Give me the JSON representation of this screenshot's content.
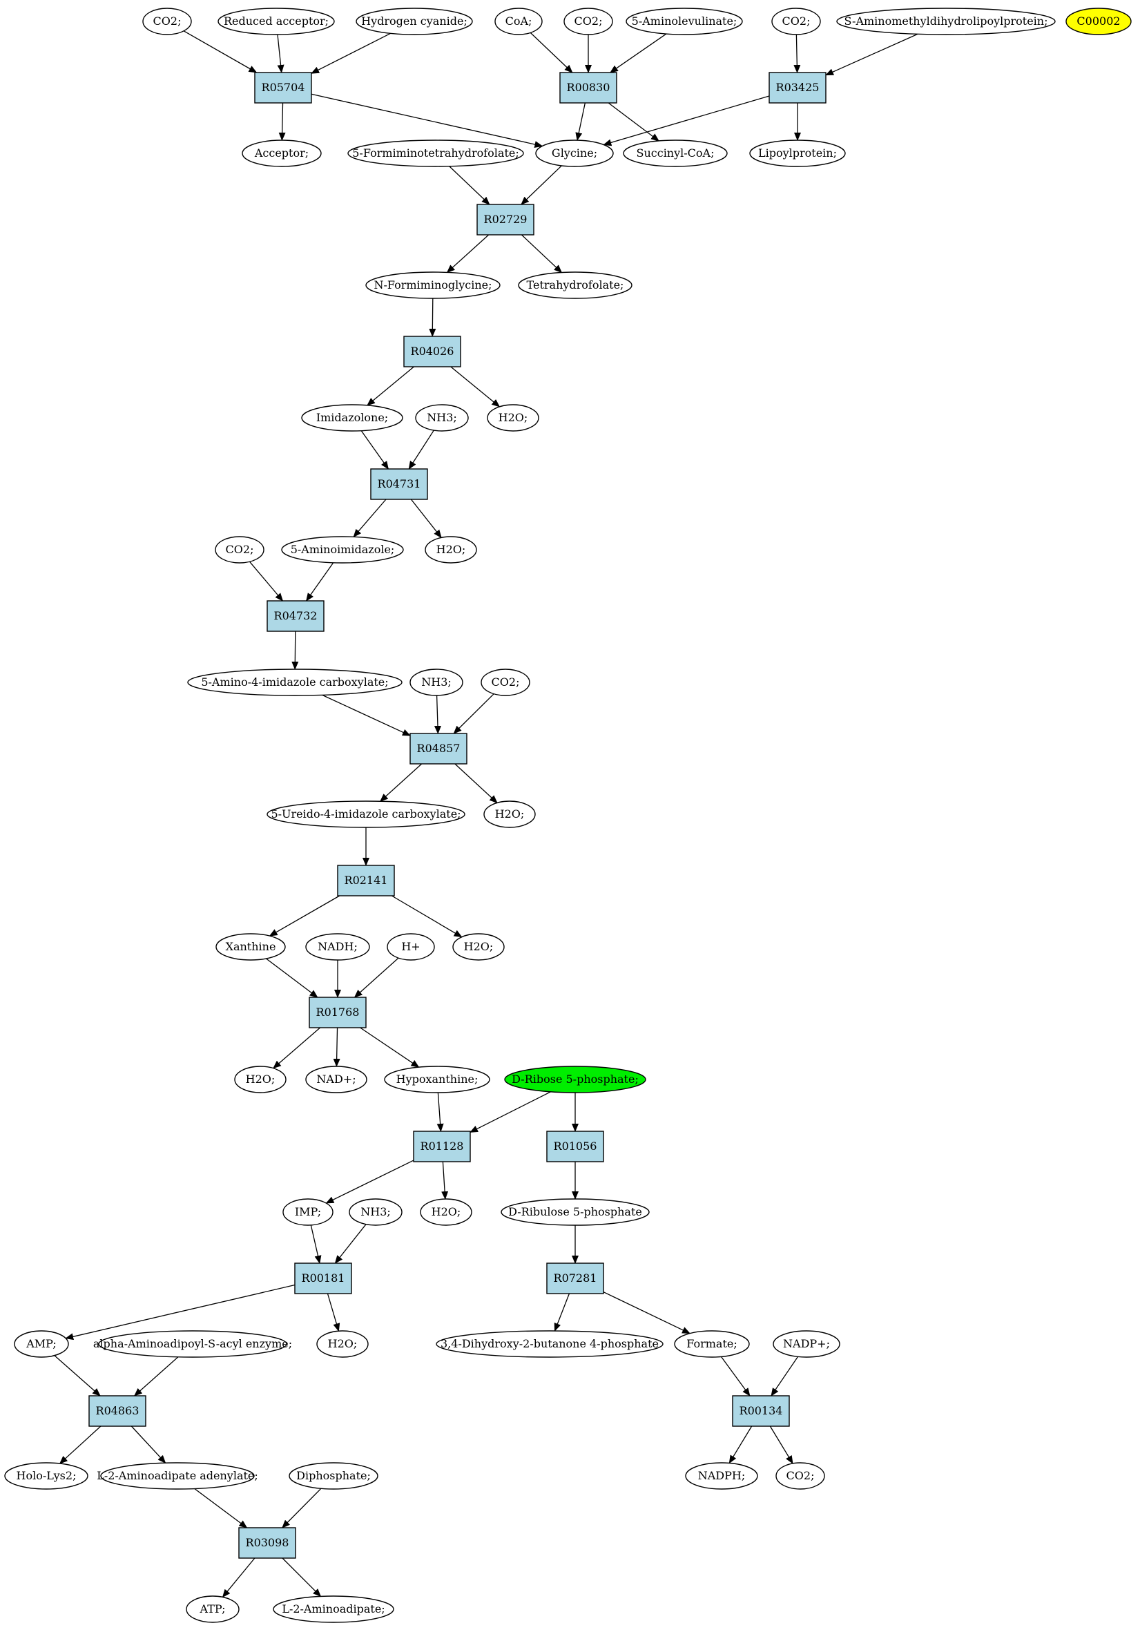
{
  "colors": {
    "reaction_fill": "#add8e6",
    "compound_fill": "#ffffff",
    "highlight_green": "#00ee00",
    "highlight_yellow": "#ffff00",
    "edge": "#000000"
  },
  "nodes": [
    {
      "id": "c_co2_a",
      "label": "CO2;",
      "kind": "compound"
    },
    {
      "id": "c_redacc",
      "label": "Reduced acceptor;",
      "kind": "compound"
    },
    {
      "id": "c_hcn",
      "label": "Hydrogen cyanide;",
      "kind": "compound"
    },
    {
      "id": "c_coa",
      "label": "CoA;",
      "kind": "compound"
    },
    {
      "id": "c_co2_b",
      "label": "CO2;",
      "kind": "compound"
    },
    {
      "id": "c_5ala",
      "label": "5-Aminolevulinate;",
      "kind": "compound"
    },
    {
      "id": "c_co2_c",
      "label": "CO2;",
      "kind": "compound"
    },
    {
      "id": "c_samlp",
      "label": "S-Aminomethyldihydrolipoylprotein;",
      "kind": "compound"
    },
    {
      "id": "c_c00002",
      "label": "C00002",
      "kind": "compound",
      "highlight": "yellow"
    },
    {
      "id": "r_R05704",
      "label": "R05704",
      "kind": "reaction"
    },
    {
      "id": "r_R00830",
      "label": "R00830",
      "kind": "reaction"
    },
    {
      "id": "r_R03425",
      "label": "R03425",
      "kind": "reaction"
    },
    {
      "id": "c_acceptor",
      "label": "Acceptor;",
      "kind": "compound"
    },
    {
      "id": "c_5fthf",
      "label": "5-Formiminotetrahydrofolate;",
      "kind": "compound"
    },
    {
      "id": "c_glycine",
      "label": "Glycine;",
      "kind": "compound"
    },
    {
      "id": "c_succoa",
      "label": "Succinyl-CoA;",
      "kind": "compound"
    },
    {
      "id": "c_lipoyl",
      "label": "Lipoylprotein;",
      "kind": "compound"
    },
    {
      "id": "r_R02729",
      "label": "R02729",
      "kind": "reaction"
    },
    {
      "id": "c_nfg",
      "label": "N-Formiminoglycine;",
      "kind": "compound"
    },
    {
      "id": "c_thf",
      "label": "Tetrahydrofolate;",
      "kind": "compound"
    },
    {
      "id": "r_R04026",
      "label": "R04026",
      "kind": "reaction"
    },
    {
      "id": "c_imidazolone",
      "label": "Imidazolone;",
      "kind": "compound"
    },
    {
      "id": "c_nh3_a",
      "label": "NH3;",
      "kind": "compound"
    },
    {
      "id": "c_h2o_a",
      "label": "H2O;",
      "kind": "compound"
    },
    {
      "id": "r_R04731",
      "label": "R04731",
      "kind": "reaction"
    },
    {
      "id": "c_co2_d",
      "label": "CO2;",
      "kind": "compound"
    },
    {
      "id": "c_5aimid",
      "label": "5-Aminoimidazole;",
      "kind": "compound"
    },
    {
      "id": "c_h2o_b",
      "label": "H2O;",
      "kind": "compound"
    },
    {
      "id": "r_R04732",
      "label": "R04732",
      "kind": "reaction"
    },
    {
      "id": "c_5a4ic",
      "label": "5-Amino-4-imidazole carboxylate;",
      "kind": "compound"
    },
    {
      "id": "c_nh3_b",
      "label": "NH3;",
      "kind": "compound"
    },
    {
      "id": "c_co2_e",
      "label": "CO2;",
      "kind": "compound"
    },
    {
      "id": "r_R04857",
      "label": "R04857",
      "kind": "reaction"
    },
    {
      "id": "c_5u4ic",
      "label": "5-Ureido-4-imidazole carboxylate;",
      "kind": "compound"
    },
    {
      "id": "c_h2o_c",
      "label": "H2O;",
      "kind": "compound"
    },
    {
      "id": "r_R02141",
      "label": "R02141",
      "kind": "reaction"
    },
    {
      "id": "c_xanthine",
      "label": "Xanthine",
      "kind": "compound"
    },
    {
      "id": "c_nadh",
      "label": "NADH;",
      "kind": "compound"
    },
    {
      "id": "c_hplus",
      "label": "H+",
      "kind": "compound"
    },
    {
      "id": "c_h2o_d",
      "label": "H2O;",
      "kind": "compound"
    },
    {
      "id": "r_R01768",
      "label": "R01768",
      "kind": "reaction"
    },
    {
      "id": "c_h2o_e",
      "label": "H2O;",
      "kind": "compound"
    },
    {
      "id": "c_nadplus",
      "label": "NAD+;",
      "kind": "compound"
    },
    {
      "id": "c_hypox",
      "label": "Hypoxanthine;",
      "kind": "compound"
    },
    {
      "id": "c_dr5p",
      "label": "D-Ribose 5-phosphate;",
      "kind": "compound",
      "highlight": "green"
    },
    {
      "id": "r_R01128",
      "label": "R01128",
      "kind": "reaction"
    },
    {
      "id": "r_R01056",
      "label": "R01056",
      "kind": "reaction"
    },
    {
      "id": "c_imp",
      "label": "IMP;",
      "kind": "compound"
    },
    {
      "id": "c_nh3_c",
      "label": "NH3;",
      "kind": "compound"
    },
    {
      "id": "c_h2o_f",
      "label": "H2O;",
      "kind": "compound"
    },
    {
      "id": "c_dru5p",
      "label": "D-Ribulose 5-phosphate",
      "kind": "compound"
    },
    {
      "id": "r_R00181",
      "label": "R00181",
      "kind": "reaction"
    },
    {
      "id": "r_R07281",
      "label": "R07281",
      "kind": "reaction"
    },
    {
      "id": "c_amp",
      "label": "AMP;",
      "kind": "compound"
    },
    {
      "id": "c_aase",
      "label": "alpha-Aminoadipoyl-S-acyl enzyme;",
      "kind": "compound"
    },
    {
      "id": "c_h2o_g",
      "label": "H2O;",
      "kind": "compound"
    },
    {
      "id": "c_dhbp",
      "label": "3,4-Dihydroxy-2-butanone 4-phosphate",
      "kind": "compound"
    },
    {
      "id": "c_formate",
      "label": "Formate;",
      "kind": "compound"
    },
    {
      "id": "c_nadpplus",
      "label": "NADP+;",
      "kind": "compound"
    },
    {
      "id": "r_R04863",
      "label": "R04863",
      "kind": "reaction"
    },
    {
      "id": "r_R00134",
      "label": "R00134",
      "kind": "reaction"
    },
    {
      "id": "c_hololys2",
      "label": "Holo-Lys2;",
      "kind": "compound"
    },
    {
      "id": "c_l2aaa",
      "label": "L-2-Aminoadipate adenylate;",
      "kind": "compound"
    },
    {
      "id": "c_diphos",
      "label": "Diphosphate;",
      "kind": "compound"
    },
    {
      "id": "c_nadph",
      "label": "NADPH;",
      "kind": "compound"
    },
    {
      "id": "c_co2_f",
      "label": "CO2;",
      "kind": "compound"
    },
    {
      "id": "r_R03098",
      "label": "R03098",
      "kind": "reaction"
    },
    {
      "id": "c_atp",
      "label": "ATP;",
      "kind": "compound"
    },
    {
      "id": "c_l2aa",
      "label": "L-2-Aminoadipate;",
      "kind": "compound"
    }
  ],
  "edges": [
    [
      "c_co2_a",
      "r_R05704"
    ],
    [
      "c_redacc",
      "r_R05704"
    ],
    [
      "c_hcn",
      "r_R05704"
    ],
    [
      "r_R05704",
      "c_acceptor"
    ],
    [
      "r_R05704",
      "c_glycine"
    ],
    [
      "c_coa",
      "r_R00830"
    ],
    [
      "c_co2_b",
      "r_R00830"
    ],
    [
      "c_5ala",
      "r_R00830"
    ],
    [
      "r_R00830",
      "c_glycine"
    ],
    [
      "r_R00830",
      "c_succoa"
    ],
    [
      "c_co2_c",
      "r_R03425"
    ],
    [
      "c_samlp",
      "r_R03425"
    ],
    [
      "r_R03425",
      "c_glycine"
    ],
    [
      "r_R03425",
      "c_lipoyl"
    ],
    [
      "c_5fthf",
      "r_R02729"
    ],
    [
      "c_glycine",
      "r_R02729"
    ],
    [
      "r_R02729",
      "c_nfg"
    ],
    [
      "r_R02729",
      "c_thf"
    ],
    [
      "c_nfg",
      "r_R04026"
    ],
    [
      "r_R04026",
      "c_imidazolone"
    ],
    [
      "r_R04026",
      "c_h2o_a"
    ],
    [
      "c_imidazolone",
      "r_R04731"
    ],
    [
      "c_nh3_a",
      "r_R04731"
    ],
    [
      "r_R04731",
      "c_5aimid"
    ],
    [
      "r_R04731",
      "c_h2o_b"
    ],
    [
      "c_co2_d",
      "r_R04732"
    ],
    [
      "c_5aimid",
      "r_R04732"
    ],
    [
      "r_R04732",
      "c_5a4ic"
    ],
    [
      "c_5a4ic",
      "r_R04857"
    ],
    [
      "c_nh3_b",
      "r_R04857"
    ],
    [
      "c_co2_e",
      "r_R04857"
    ],
    [
      "r_R04857",
      "c_5u4ic"
    ],
    [
      "r_R04857",
      "c_h2o_c"
    ],
    [
      "c_5u4ic",
      "r_R02141"
    ],
    [
      "r_R02141",
      "c_xanthine"
    ],
    [
      "r_R02141",
      "c_h2o_d"
    ],
    [
      "c_xanthine",
      "r_R01768"
    ],
    [
      "c_nadh",
      "r_R01768"
    ],
    [
      "c_hplus",
      "r_R01768"
    ],
    [
      "r_R01768",
      "c_h2o_e"
    ],
    [
      "r_R01768",
      "c_nadplus"
    ],
    [
      "r_R01768",
      "c_hypox"
    ],
    [
      "c_hypox",
      "r_R01128"
    ],
    [
      "c_dr5p",
      "r_R01128"
    ],
    [
      "c_dr5p",
      "r_R01056"
    ],
    [
      "r_R01128",
      "c_imp"
    ],
    [
      "r_R01128",
      "c_h2o_f"
    ],
    [
      "r_R01056",
      "c_dru5p"
    ],
    [
      "c_imp",
      "r_R00181"
    ],
    [
      "c_nh3_c",
      "r_R00181"
    ],
    [
      "r_R00181",
      "c_amp"
    ],
    [
      "r_R00181",
      "c_h2o_g"
    ],
    [
      "c_dru5p",
      "r_R07281"
    ],
    [
      "r_R07281",
      "c_dhbp"
    ],
    [
      "r_R07281",
      "c_formate"
    ],
    [
      "c_amp",
      "r_R04863"
    ],
    [
      "c_aase",
      "r_R04863"
    ],
    [
      "r_R04863",
      "c_hololys2"
    ],
    [
      "r_R04863",
      "c_l2aaa"
    ],
    [
      "c_formate",
      "r_R00134"
    ],
    [
      "c_nadpplus",
      "r_R00134"
    ],
    [
      "r_R00134",
      "c_nadph"
    ],
    [
      "r_R00134",
      "c_co2_f"
    ],
    [
      "c_l2aaa",
      "r_R03098"
    ],
    [
      "c_diphos",
      "r_R03098"
    ],
    [
      "r_R03098",
      "c_atp"
    ],
    [
      "r_R03098",
      "c_l2aa"
    ]
  ]
}
